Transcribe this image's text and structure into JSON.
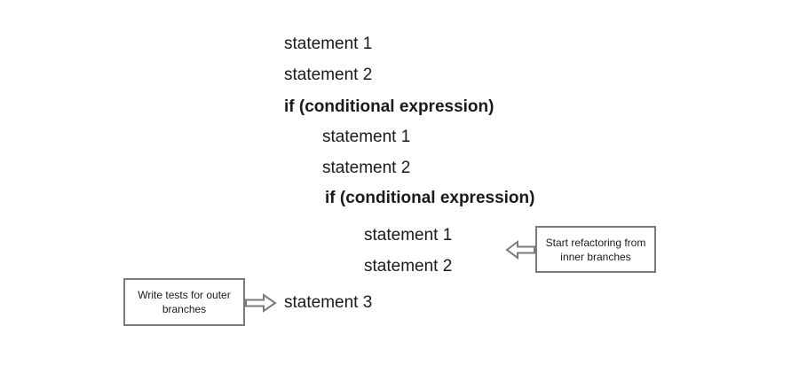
{
  "code": {
    "line1": "statement 1",
    "line2": "statement 2",
    "line3": "if (conditional expression)",
    "line4": "statement 1",
    "line5": "statement 2",
    "line6": "if (conditional expression)",
    "line7": "statement 1",
    "line8": "statement 2",
    "line9": "statement 3"
  },
  "notes": {
    "inner": "Start refactoring from inner branches",
    "outer": "Write tests for outer branches"
  },
  "colors": {
    "text": "#1a1a1a",
    "box_border": "#7a7a7a",
    "arrow_stroke": "#7a7a7a"
  },
  "icons": {
    "inner_arrow": "hollow-left-arrow-icon",
    "outer_arrow": "hollow-right-arrow-icon"
  }
}
